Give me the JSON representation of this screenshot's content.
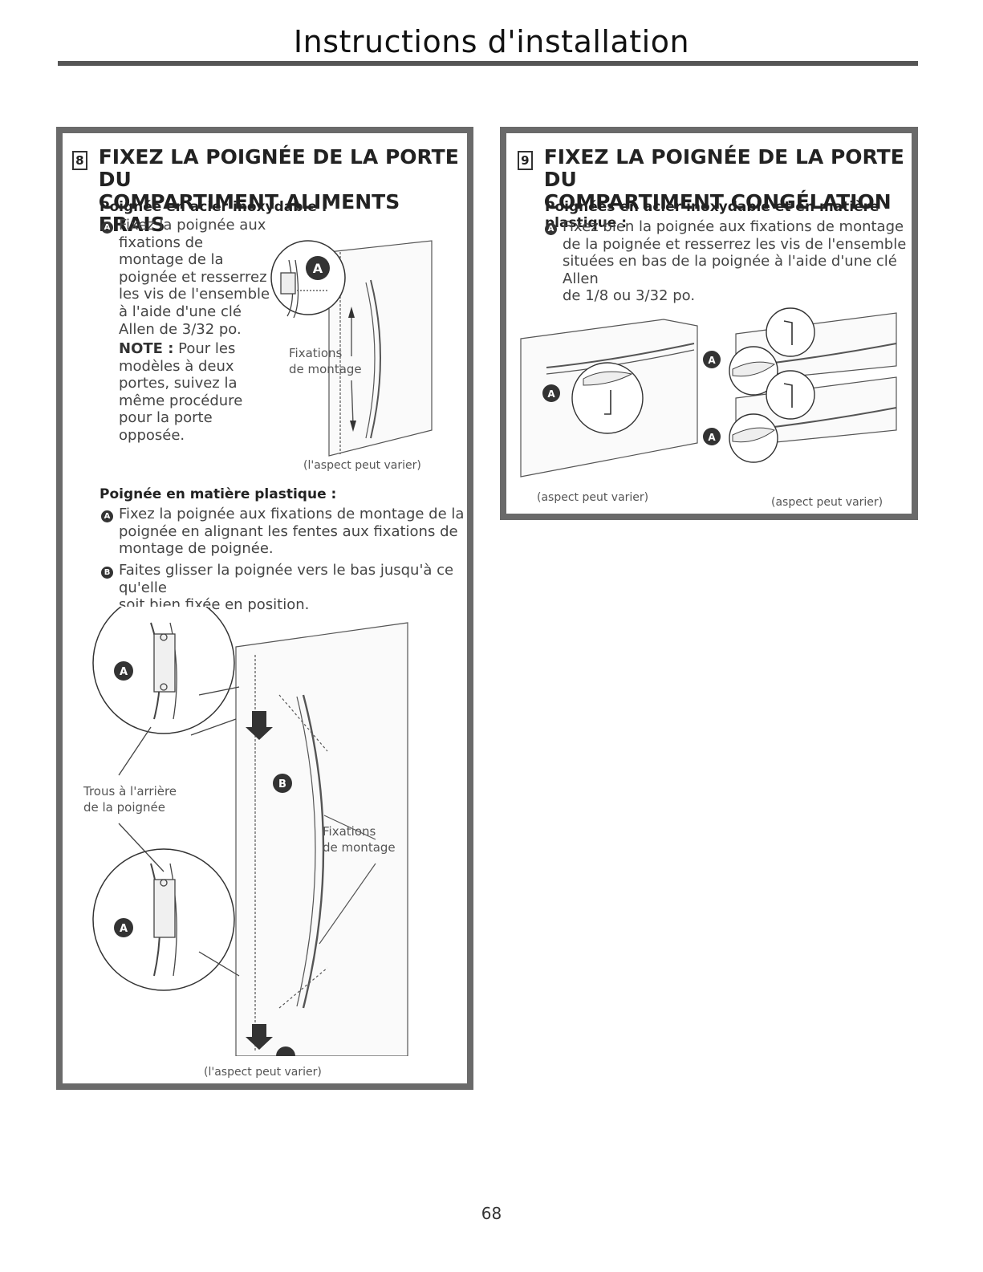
{
  "page": {
    "title": "Instructions d'installation",
    "page_number": "68"
  },
  "step8": {
    "number": "8",
    "title": "FIXEZ LA POIGNÉE DE LA PORTE DU\nCOMPARTIMENT ALIMENTS FRAIS",
    "stainless": {
      "heading": "Poignée en acier inoxydable :",
      "bullet": "A",
      "text": "Fixez la poignée aux\nfixations de\nmontage de la\npoignée et resserrez\nles vis de l'ensemble\nà l'aide d'une clé\nAllen de 3/32 po.",
      "note_label": "NOTE :",
      "note_text": " Pour les\nmodèles à deux\nportes, suivez la\nmême procédure\npour la porte\nopposée.",
      "fig_label": "Fixations\nde montage",
      "fig_callout": "A",
      "caption": "(l'aspect peut varier)"
    },
    "plastic": {
      "heading": "Poignée en matière plastique :",
      "bullet_a": "A",
      "text_a": "Fixez la poignée aux fixations de montage de la\npoignée en alignant les fentes aux fixations de\nmontage de poignée.",
      "bullet_b": "B",
      "text_b": "Faites glisser la poignée vers le bas jusqu'à ce qu'elle\nsoit bien fixée en position.",
      "label_holes": "Trous à l'arrière\nde la poignée",
      "label_mounts": "Fixations\nde montage",
      "callout_a": "A",
      "callout_b": "B",
      "caption": "(l'aspect peut varier)"
    }
  },
  "step9": {
    "number": "9",
    "title": "FIXEZ LA POIGNÉE DE LA PORTE DU\nCOMPARTIMENT CONGÉLATION",
    "heading": "Poignées en acier inoxydable et en matière plastique :",
    "bullet": "A",
    "text": "Fixez bien la poignée aux fixations de montage\nde la poignée et resserrez les vis de l'ensemble\nsituées en bas de la poignée à l'aide d'une clé Allen\nde 1/8 ou 3/32 po.",
    "callout": "A",
    "caption_left": "(aspect peut varier)",
    "caption_right": "(aspect peut varier)"
  }
}
